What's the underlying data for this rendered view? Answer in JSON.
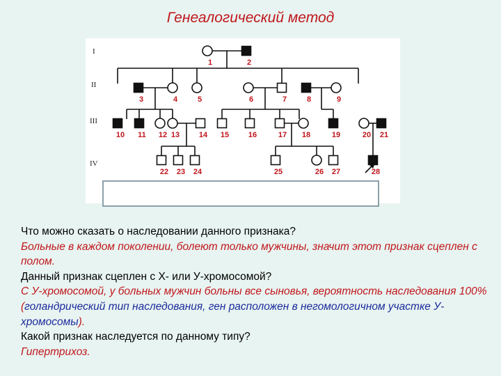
{
  "title": "Генеалогический метод",
  "colors": {
    "title": "#c0161c",
    "answer": "#c0161c",
    "note": "#1b2a9c",
    "question": "#000000",
    "background": "#e8f4f1"
  },
  "pedigree": {
    "generations": [
      "I",
      "II",
      "III",
      "IV"
    ],
    "individuals": [
      {
        "id": "1",
        "sex": "female",
        "affected": false,
        "generation": "I"
      },
      {
        "id": "2",
        "sex": "male",
        "affected": true,
        "generation": "I"
      },
      {
        "id": "3",
        "sex": "male",
        "affected": true,
        "generation": "II"
      },
      {
        "id": "4",
        "sex": "female",
        "affected": false,
        "generation": "II"
      },
      {
        "id": "5",
        "sex": "female",
        "affected": false,
        "generation": "II"
      },
      {
        "id": "6",
        "sex": "female",
        "affected": false,
        "generation": "II"
      },
      {
        "id": "7",
        "sex": "male",
        "affected": false,
        "generation": "II"
      },
      {
        "id": "8",
        "sex": "male",
        "affected": true,
        "generation": "II"
      },
      {
        "id": "9",
        "sex": "female",
        "affected": false,
        "generation": "II"
      },
      {
        "id": "10",
        "sex": "male",
        "affected": true,
        "generation": "III"
      },
      {
        "id": "11",
        "sex": "male",
        "affected": true,
        "generation": "III"
      },
      {
        "id": "12",
        "sex": "female",
        "affected": false,
        "generation": "III"
      },
      {
        "id": "13",
        "sex": "female",
        "affected": false,
        "generation": "III"
      },
      {
        "id": "14",
        "sex": "male",
        "affected": false,
        "generation": "III"
      },
      {
        "id": "15",
        "sex": "male",
        "affected": false,
        "generation": "III"
      },
      {
        "id": "16",
        "sex": "male",
        "affected": false,
        "generation": "III"
      },
      {
        "id": "17",
        "sex": "male",
        "affected": false,
        "generation": "III"
      },
      {
        "id": "18",
        "sex": "female",
        "affected": false,
        "generation": "III"
      },
      {
        "id": "19",
        "sex": "male",
        "affected": true,
        "generation": "III"
      },
      {
        "id": "20",
        "sex": "female",
        "affected": false,
        "generation": "III"
      },
      {
        "id": "21",
        "sex": "male",
        "affected": true,
        "generation": "III"
      },
      {
        "id": "22",
        "sex": "male",
        "affected": false,
        "generation": "IV"
      },
      {
        "id": "23",
        "sex": "male",
        "affected": false,
        "generation": "IV"
      },
      {
        "id": "24",
        "sex": "male",
        "affected": false,
        "generation": "IV"
      },
      {
        "id": "25",
        "sex": "male",
        "affected": false,
        "generation": "IV"
      },
      {
        "id": "26",
        "sex": "female",
        "affected": false,
        "generation": "IV"
      },
      {
        "id": "27",
        "sex": "male",
        "affected": false,
        "generation": "IV"
      },
      {
        "id": "28",
        "sex": "male",
        "affected": true,
        "generation": "IV",
        "proband": true
      }
    ]
  },
  "text": {
    "q1": "Что можно сказать о наследовании данного признака?",
    "a1": "Больные в каждом поколении, болеют только мужчины, значит этот признак сцеплен с полом.",
    "q2": "Данный признак сцеплен с Х- или У-хромосомой?",
    "a2_red": "С У-хромосомой, у больных мужчин больны все сыновья, вероятность наследования 100% (",
    "a2_blue": "голандрический тип наследования, ген расположен в негомологичном участке У-хромосомы",
    "a2_end": ").",
    "q3": "Какой признак наследуется по данному типу?",
    "a3": "Гипертрихоз."
  }
}
